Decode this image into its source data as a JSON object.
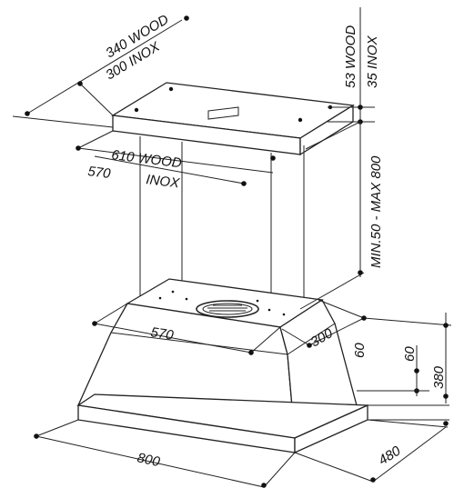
{
  "diagram": {
    "labels": {
      "top_depth_wood": "340 WOOD",
      "top_depth_inox": "300  INOX",
      "top_height_wood": "53  WOOD",
      "top_height_inox": "35  INOX",
      "top_width_wood": "610 WOOD",
      "top_width_inox_num": "570",
      "top_width_inox": "INOX",
      "chimney_height": "MIN.50 - MAX 800",
      "body_width": "570",
      "body_depth": "300",
      "body_step": "60",
      "side_step": "60",
      "total_height": "380",
      "base_width": "800",
      "base_depth": "480"
    }
  }
}
